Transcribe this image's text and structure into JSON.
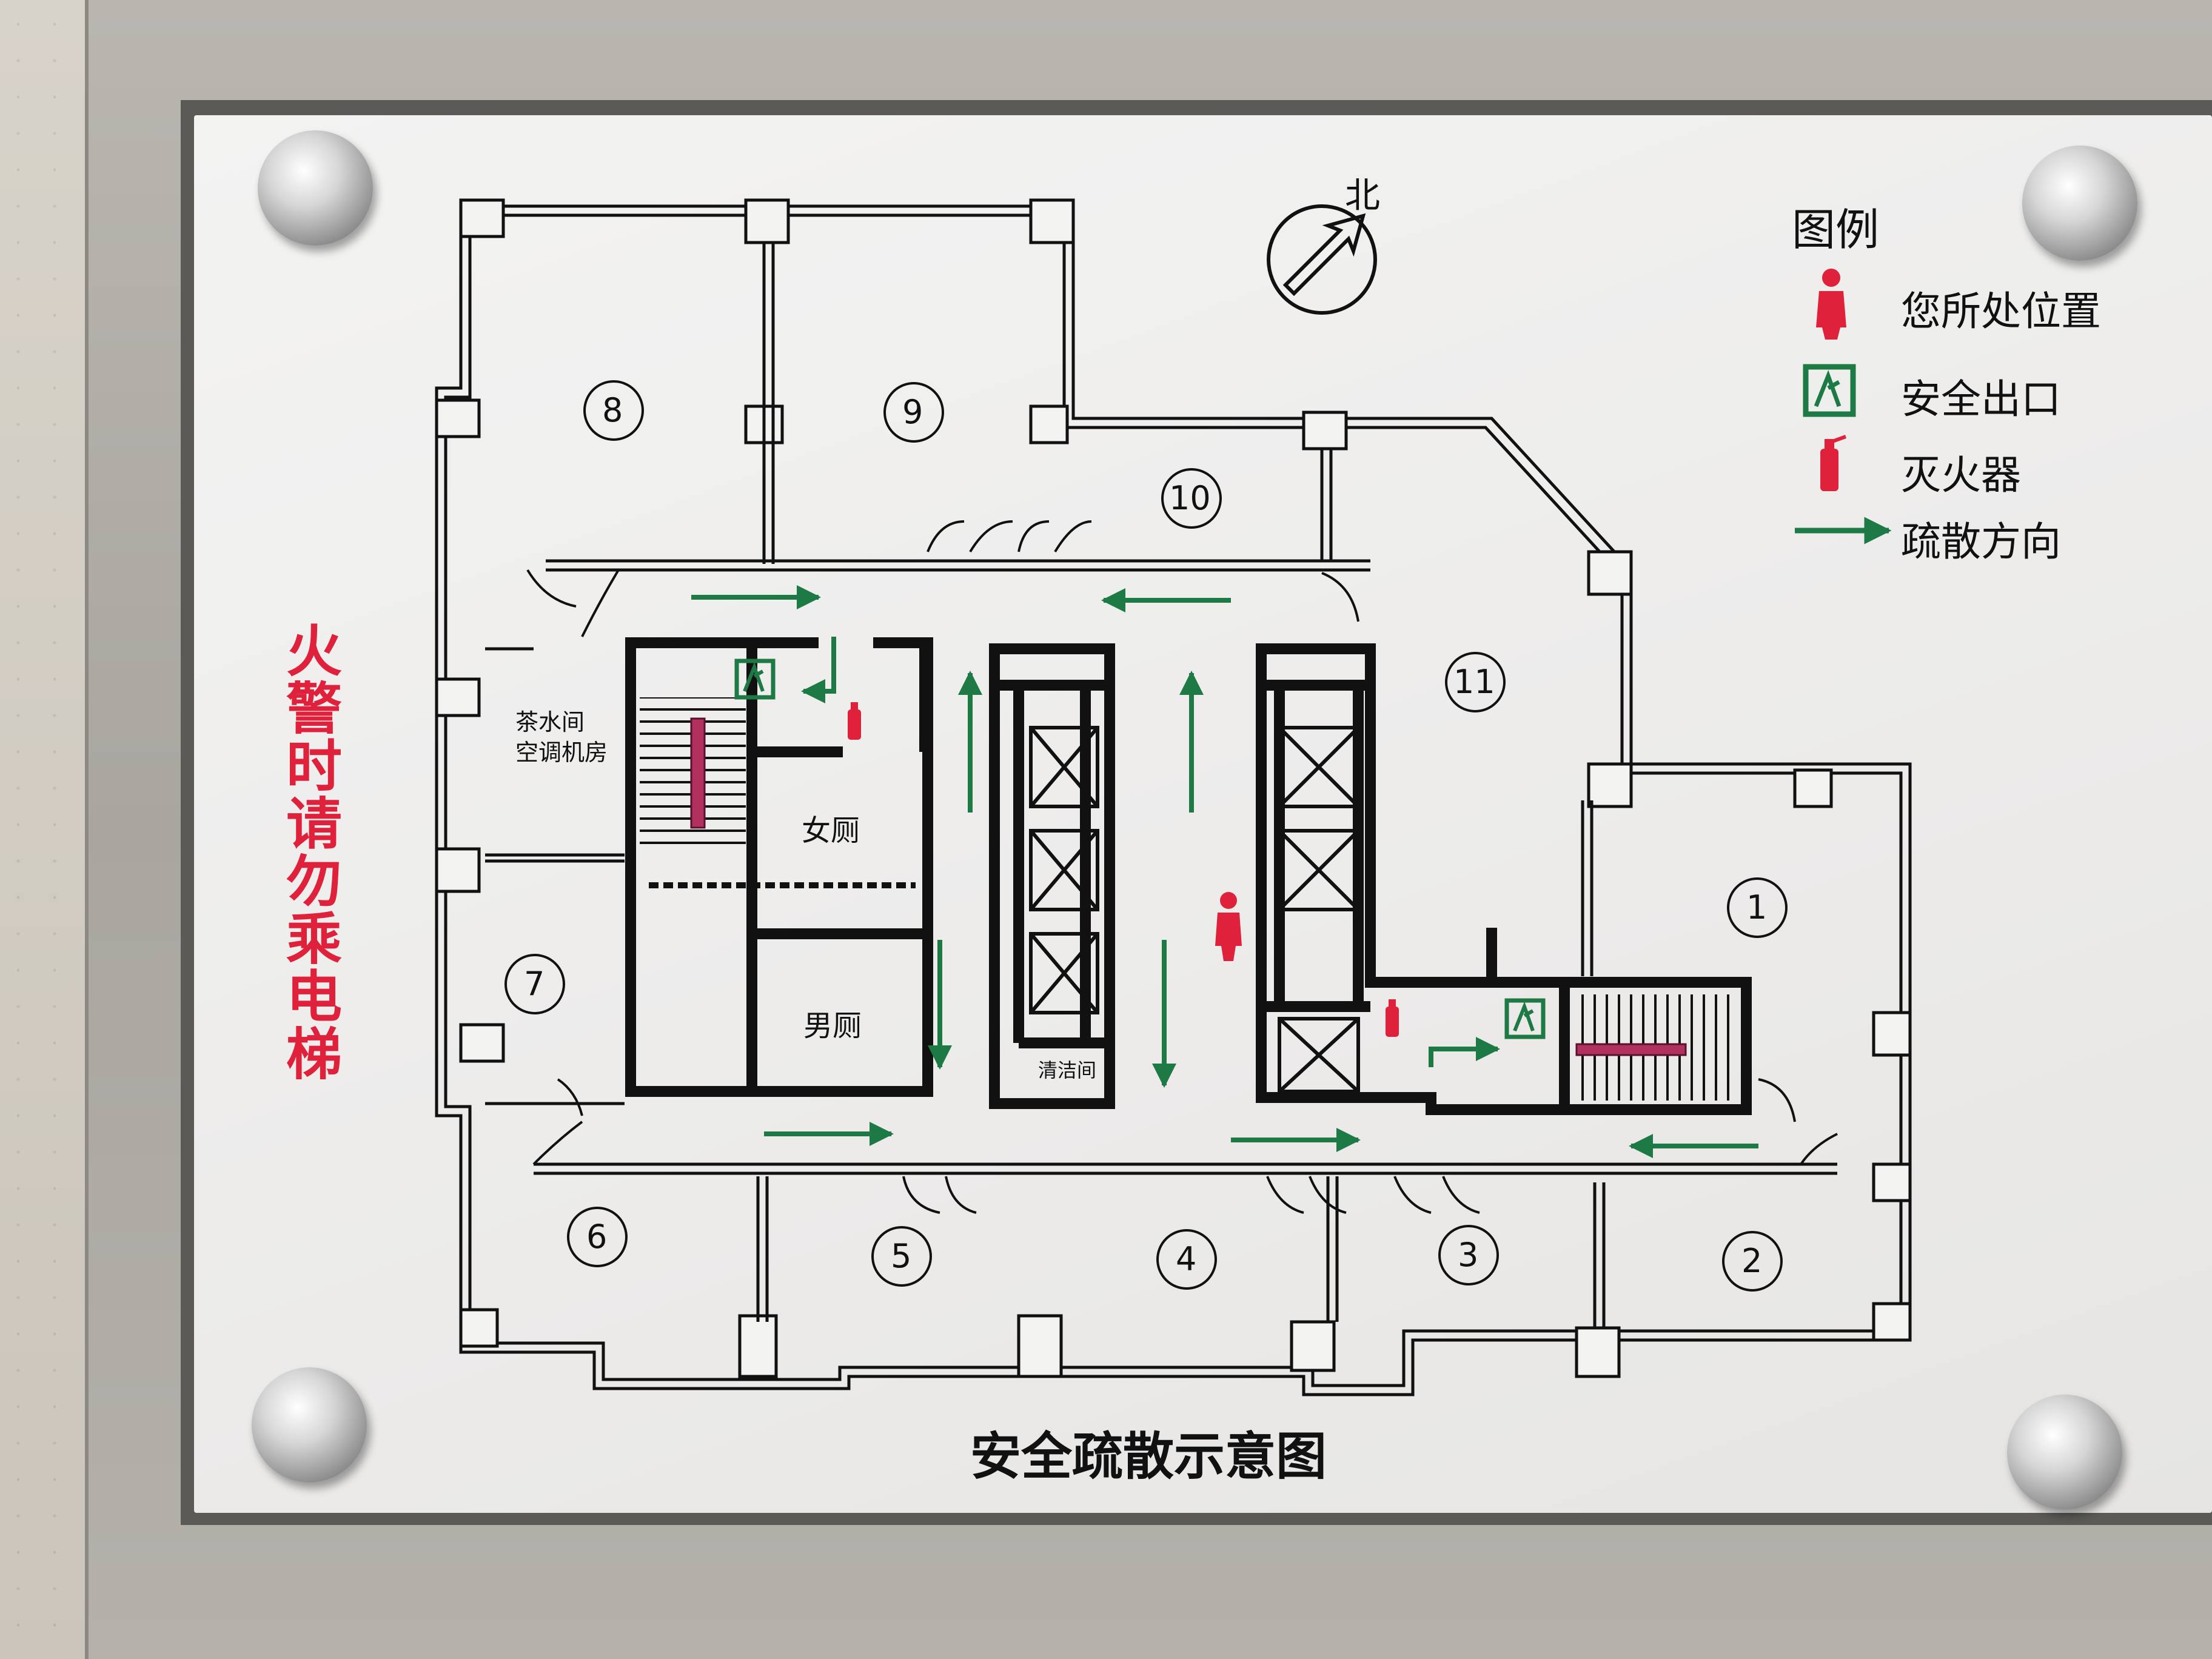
{
  "sign": {
    "title": "安全疏散示意图",
    "side_warning": [
      "火",
      "警",
      "时",
      "请",
      "勿",
      "乘",
      "电",
      "梯"
    ],
    "north_label": "北",
    "legend": {
      "title": "图例",
      "items": [
        {
          "icon": "person-icon",
          "label": "您所处位置",
          "color": "#e0213b"
        },
        {
          "icon": "exit-icon",
          "label": "安全出口",
          "color": "#1e7a45"
        },
        {
          "icon": "fire-extinguisher-icon",
          "label": "灭火器",
          "color": "#e0213b"
        },
        {
          "icon": "arrow-right-icon",
          "label": "疏散方向",
          "color": "#1e7a45"
        }
      ]
    },
    "rooms": {
      "r1": "1",
      "r2": "2",
      "r3": "3",
      "r4": "4",
      "r5": "5",
      "r6": "6",
      "r7": "7",
      "r8": "8",
      "r9": "9",
      "r10": "10",
      "r11": "11"
    },
    "labels": {
      "tea_line1": "茶水间",
      "tea_line2": "空调机房",
      "women": "女厕",
      "men": "男厕",
      "cleaning": "清洁间"
    },
    "colors": {
      "route_green": "#1e7a45",
      "alert_red": "#e0213b",
      "wall": "#111111"
    }
  }
}
